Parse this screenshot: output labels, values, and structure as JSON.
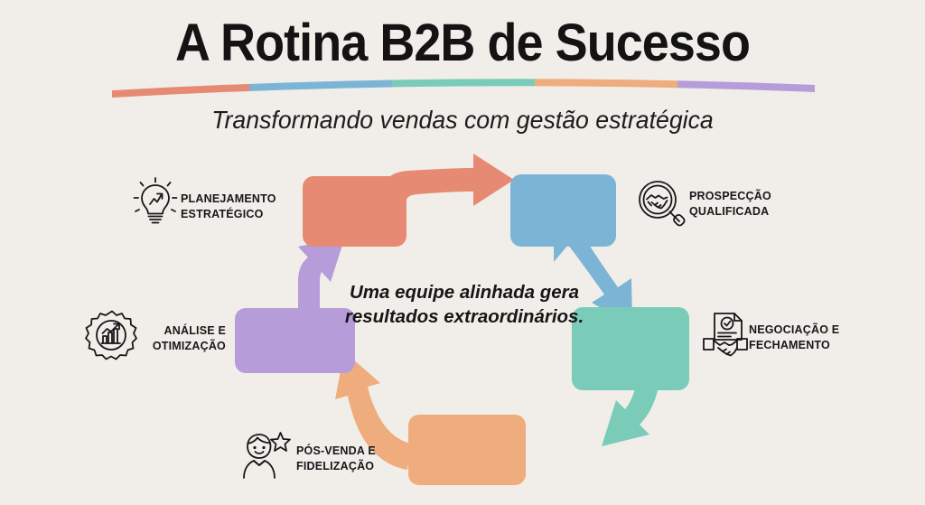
{
  "header": {
    "title": "A Rotina B2B de Sucesso",
    "subtitle": "Transformando vendas com gestão estratégica"
  },
  "palette": {
    "background": "#F1EEE9",
    "coral": "#E68A73",
    "blue": "#7CB4D6",
    "teal": "#7ACCB8",
    "orange": "#EFAC7C",
    "purple": "#B69DDA",
    "text": "#17171a"
  },
  "underline_segments": [
    {
      "name": "segment-coral",
      "color": "#E68A73"
    },
    {
      "name": "segment-blue",
      "color": "#7CB4D6"
    },
    {
      "name": "segment-teal",
      "color": "#7ACCB8"
    },
    {
      "name": "segment-orange",
      "color": "#EFAC7C"
    },
    {
      "name": "segment-purple",
      "color": "#B69DDA"
    }
  ],
  "center_quote": "Uma equipe alinhada gera resultados extraordinários.",
  "cycle": {
    "steps": [
      {
        "id": "planejamento-estrategico",
        "label_line1": "PLANEJAMENTO",
        "label_line2": "ESTRATÉGICO",
        "color": "#E68A73",
        "icon": "lightbulb-growth-icon"
      },
      {
        "id": "prospeccao-qualificada",
        "label_line1": "PROSPECÇÃO",
        "label_line2": "QUALIFICADA",
        "color": "#7CB4D6",
        "icon": "magnifier-handshake-icon"
      },
      {
        "id": "negociacao-fechamento",
        "label_line1": "NEGOCIAÇÃO E",
        "label_line2": "FECHAMENTO",
        "color": "#7ACCB8",
        "icon": "contract-handshake-icon"
      },
      {
        "id": "pos-venda-fidelizacao",
        "label_line1": "PÓS-VENDA E",
        "label_line2": "FIDELIZAÇÃO",
        "color": "#EFAC7C",
        "icon": "customer-star-icon"
      },
      {
        "id": "analise-otimizacao",
        "label_line1": "ANÁLISE E",
        "label_line2": "OTIMIZAÇÃO",
        "color": "#B69DDA",
        "icon": "gear-chart-icon"
      }
    ],
    "arrows": [
      {
        "id": "arrow-planejamento-to-prospeccao",
        "color": "#E68A73"
      },
      {
        "id": "arrow-prospeccao-to-negociacao",
        "color": "#7CB4D6"
      },
      {
        "id": "arrow-negociacao-to-posvenda",
        "color": "#7ACCB8"
      },
      {
        "id": "arrow-posvenda-to-analise",
        "color": "#EFAC7C"
      },
      {
        "id": "arrow-analise-to-planejamento",
        "color": "#B69DDA"
      }
    ]
  }
}
